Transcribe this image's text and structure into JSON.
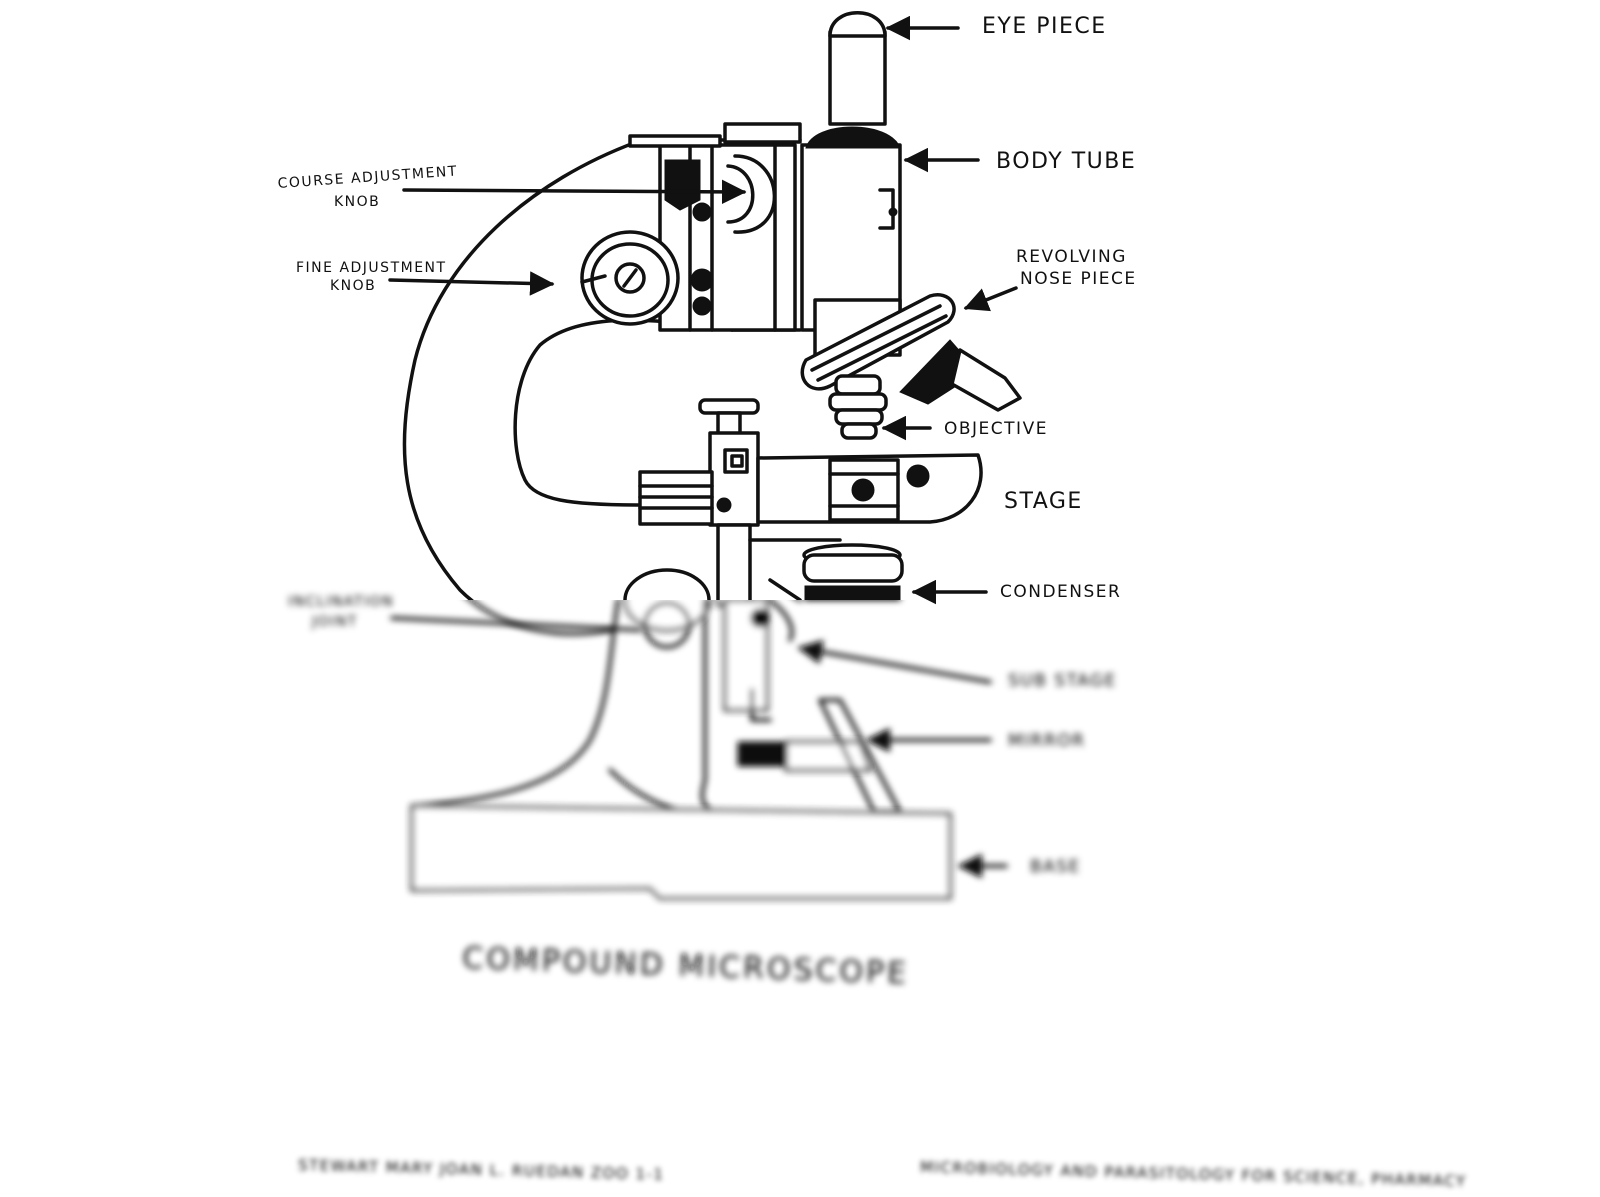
{
  "title": "COMPOUND MICROSCOPE",
  "labels": {
    "eye_piece": "EYE PIECE",
    "body_tube": "BODY TUBE",
    "coarse_adjustment_line1": "COURSE ADJUSTMENT",
    "coarse_adjustment_line2": "KNOB",
    "fine_adjustment_line1": "FINE ADJUSTMENT",
    "fine_adjustment_line2": "KNOB",
    "revolving_line1": "REVOLVING",
    "revolving_line2": "NOSE PIECE",
    "objective": "OBJECTIVE",
    "stage": "STAGE",
    "condenser": "CONDENSER",
    "inclination_line1": "INCLINATION",
    "inclination_line2": "JOINT",
    "sub_stage": "SUB STAGE",
    "mirror": "MIRROR",
    "base": "BASE"
  },
  "footer": {
    "left": "STEWART MARY JOAN L. RUEDAN  ZOO 1-1",
    "right": "MICROBIOLOGY AND PARASITOLOGY FOR SCIENCE, PHARMACY"
  }
}
